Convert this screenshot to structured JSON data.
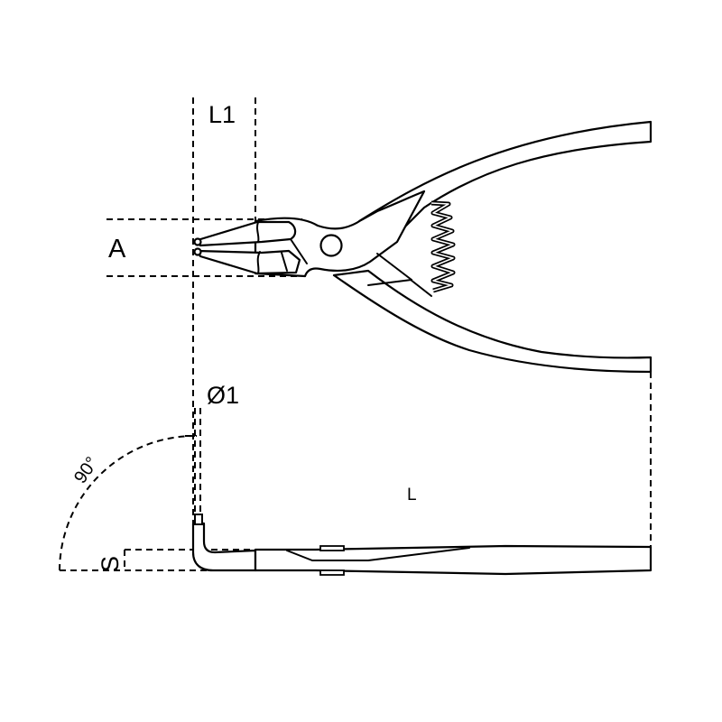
{
  "diagram": {
    "type": "technical-drawing",
    "subject": "circlip pliers (90° bent tips) — top view and side view",
    "line_color": "#000000",
    "background": "#ffffff"
  },
  "dimensions": {
    "L1": "L1",
    "A": "A",
    "D1": "Ø1",
    "angle": "90°",
    "S": "S",
    "L": "L"
  },
  "views": [
    {
      "name": "top-view",
      "description": "Pliers seen from above: jaws at left, pivot circle, coil spring between handles, handles opening to the right"
    },
    {
      "name": "side-view",
      "description": "Pliers seen from the side: straight flat profile with tip bent up at 90°"
    }
  ]
}
